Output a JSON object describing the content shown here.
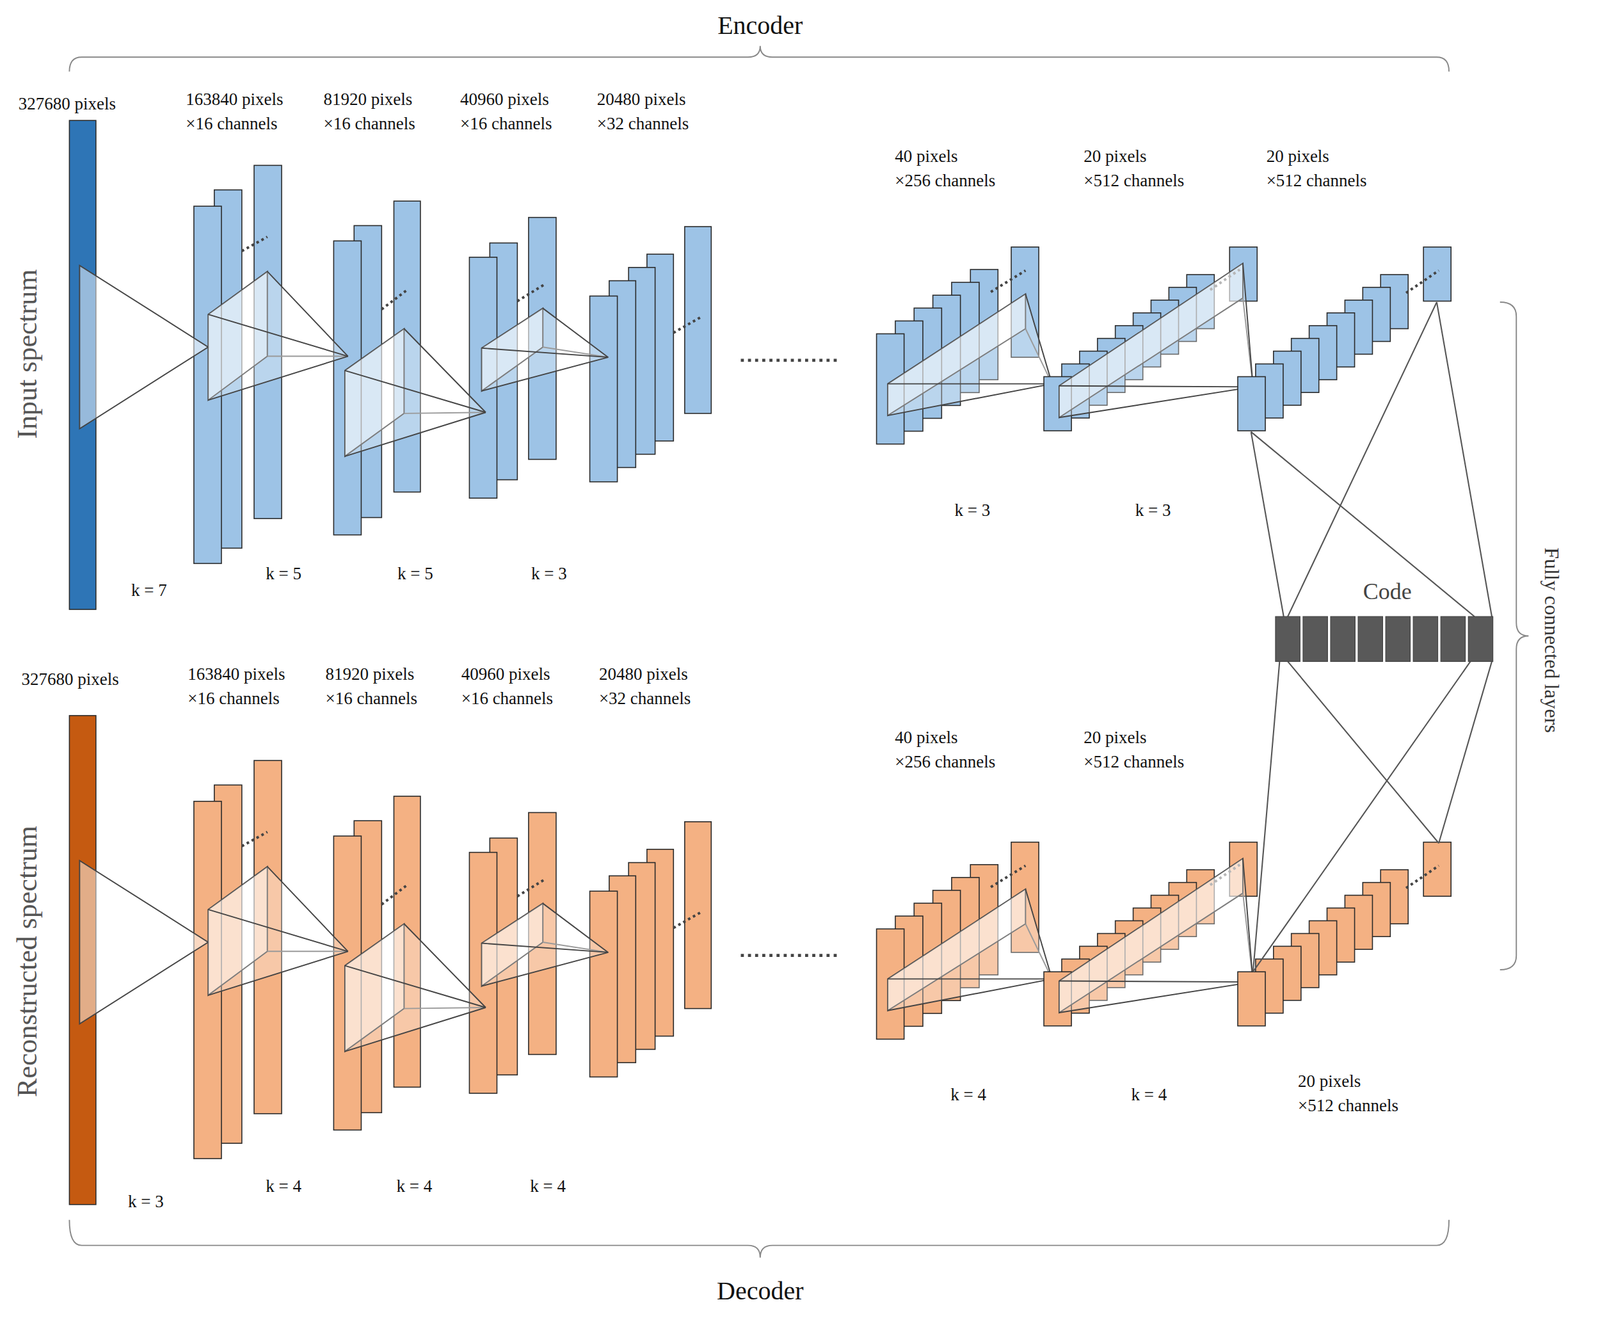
{
  "diagram": {
    "nodes": [
      {
        "text": [
          "Code"
        ]
      }
    ],
    "labels": [
      "Encoder",
      "Input spectrum",
      "327680 pixels",
      "163840 pixels ×16 channels",
      "81920 pixels ×16 channels",
      "40960 pixels ×16 channels",
      "20480 pixels ×32 channels",
      "40 pixels ×256 channels",
      "20 pixels ×512 channels",
      "20 pixels ×512 channels",
      "k = 7",
      "k = 5",
      "k = 5",
      "k = 3",
      "k = 3",
      "k = 3",
      "Fully connected layers",
      "Reconstructed spectrum",
      "327680 pixels",
      "163840 pixels ×16 channels",
      "81920 pixels ×16 channels",
      "40960 pixels ×16 channels",
      "20480 pixels ×32 channels",
      "40 pixels ×256 channels",
      "20 pixels ×512 channels",
      "k = 3",
      "k = 4",
      "k = 4",
      "k = 4",
      "k = 4",
      "k = 4",
      "20 pixels ×512 channels",
      "Decoder"
    ]
  }
}
